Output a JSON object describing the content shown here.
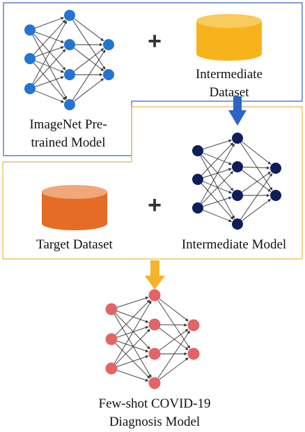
{
  "colors": {
    "blue_border": "#3a63b5",
    "yellow_border": "#e6b84a",
    "blue_node": "#2474d4",
    "navy_node": "#0c1f5c",
    "red_node": "#e26466",
    "edge": "#333333",
    "intermediate_dataset": "#f6b31b",
    "target_dataset": "#e56c25",
    "blue_arrow": "#2a66c4",
    "yellow_arrow": "#f5b329"
  },
  "top_box": {
    "plus": "+",
    "network_label_line1": "ImageNet Pre-",
    "network_label_line2": "trained Model",
    "dataset_label_line1": "Intermediate",
    "dataset_label_line2": "Dataset"
  },
  "middle_box": {
    "plus": "+",
    "dataset_label": "Target Dataset",
    "network_label": "Intermediate Model"
  },
  "bottom": {
    "label_line1": "Few-shot COVID-19",
    "label_line2": "Diagnosis Model"
  }
}
